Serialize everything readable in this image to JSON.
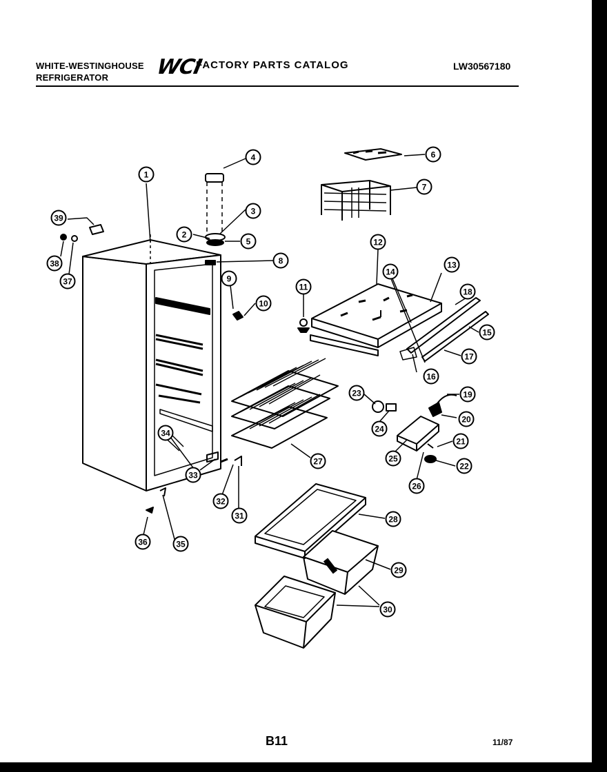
{
  "header": {
    "brand": "WHITE-WESTINGHOUSE",
    "product": "REFRIGERATOR",
    "logo": "WCI",
    "catalog_title": "FACTORY PARTS CATALOG",
    "model_number": "LW30567180"
  },
  "footer": {
    "page_code": "B11",
    "date": "11/87"
  },
  "callouts": [
    "1",
    "2",
    "3",
    "4",
    "5",
    "6",
    "7",
    "8",
    "9",
    "10",
    "11",
    "12",
    "13",
    "14",
    "15",
    "16",
    "17",
    "18",
    "19",
    "20",
    "21",
    "22",
    "23",
    "24",
    "25",
    "26",
    "27",
    "28",
    "29",
    "30",
    "31",
    "32",
    "33",
    "34",
    "35",
    "36",
    "37",
    "38",
    "39"
  ]
}
